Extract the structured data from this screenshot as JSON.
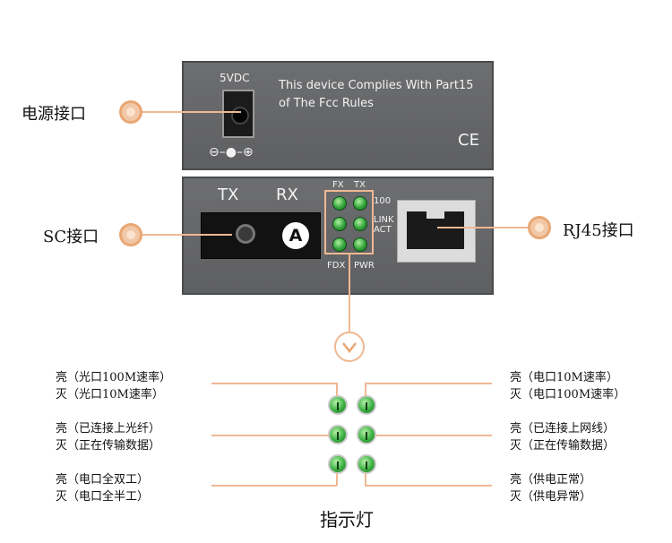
{
  "top_panel": {
    "power_label": "5VDC",
    "compliance_line1": "This device Complies With Part15",
    "compliance_line2": "of The Fcc Rules",
    "ce_mark": "CE",
    "polarity_symbol": "⊖–●–⊕"
  },
  "bottom_panel": {
    "tx_label": "TX",
    "rx_label": "RX",
    "device_letter": "A",
    "led_top_labels": [
      "FX",
      "TX"
    ],
    "led_right_labels": [
      "100",
      "LINK",
      "ACT"
    ],
    "led_bottom_labels": [
      "FDX",
      "PWR"
    ]
  },
  "callouts": {
    "power_port": "电源接口",
    "sc_port": "SC接口",
    "rj45_port": "RJ45接口"
  },
  "legend": {
    "title": "指示灯",
    "left": [
      [
        "亮（光口100M速率）",
        "灭（光口10M速率）"
      ],
      [
        "亮（已连接上光纤）",
        "灭（正在传输数据）"
      ],
      [
        "亮（电口全双工）",
        "灭（电口全半工）"
      ]
    ],
    "right": [
      [
        "亮（电口10M速率）",
        "灭（电口100M速率）"
      ],
      [
        "亮（已连接上网线）",
        "灭（正在传输数据）"
      ],
      [
        "亮（供电正常）",
        "灭（供电异常）"
      ]
    ]
  },
  "colors": {
    "accent": "#efb893",
    "panel": "#656668",
    "led": "#3db044"
  }
}
